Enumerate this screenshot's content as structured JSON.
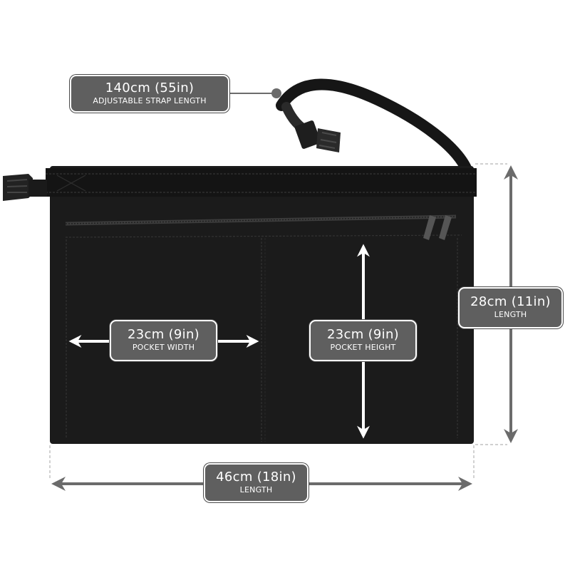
{
  "colors": {
    "apron": "#1b1b1b",
    "apron_dark": "#111111",
    "stitch": "#3a3a3a",
    "arrow_dark": "#6b6b6b",
    "arrow_light": "#ffffff",
    "label_bg": "#5f5f5f",
    "dashed_line": "#b5b5b5"
  },
  "icons": [
    "buckle-icon",
    "zipper-pull-icon",
    "double-arrow-icon"
  ],
  "labels": {
    "strap": {
      "size": "140cm (55in)",
      "caption": "ADJUSTABLE STRAP LENGTH"
    },
    "pocket_width": {
      "size": "23cm (9in)",
      "caption": "POCKET WIDTH"
    },
    "pocket_height": {
      "size": "23cm (9in)",
      "caption": "POCKET HEIGHT"
    },
    "height": {
      "size": "28cm (11in)",
      "caption": "LENGTH"
    },
    "width": {
      "size": "46cm (18in)",
      "caption": "LENGTH"
    }
  }
}
